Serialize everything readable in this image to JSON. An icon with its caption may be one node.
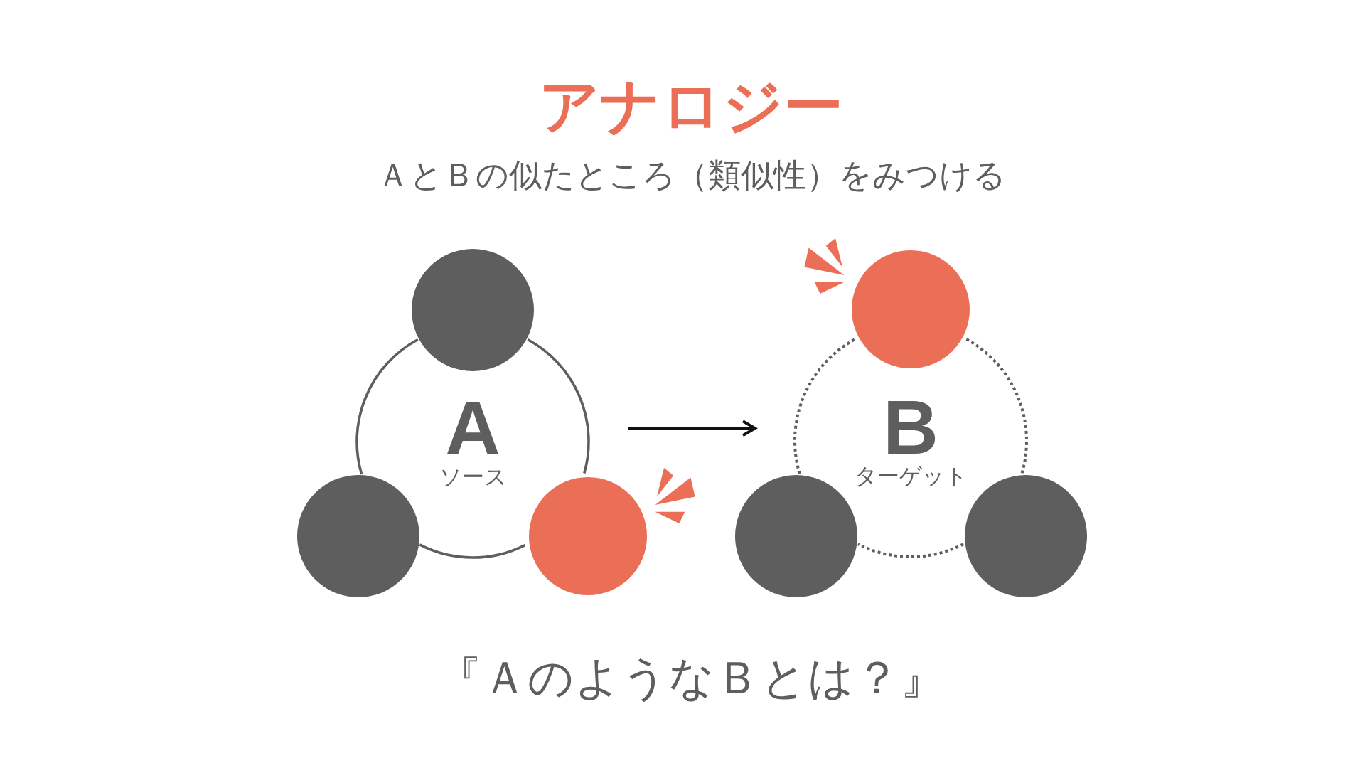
{
  "diagram": {
    "title": "アナロジー",
    "caption": "『ＡのようなＢとは？』",
    "nodes": [
      {
        "text": [
          "A",
          "ソース"
        ]
      },
      {
        "text": [],
        "shape": "circle"
      },
      {
        "text": [],
        "shape": "circle"
      },
      {
        "text": [],
        "shape": "circle"
      },
      {
        "text": [
          "B",
          "ターゲット"
        ]
      },
      {
        "text": [],
        "shape": "circle"
      },
      {
        "text": [],
        "shape": "circle"
      },
      {
        "text": [],
        "shape": "circle"
      }
    ],
    "edges": [
      {
        "from": 0,
        "to": 4,
        "arrow": "to"
      }
    ],
    "labels": [
      "ＡとＢの似たところ（類似性）をみつける"
    ]
  }
}
